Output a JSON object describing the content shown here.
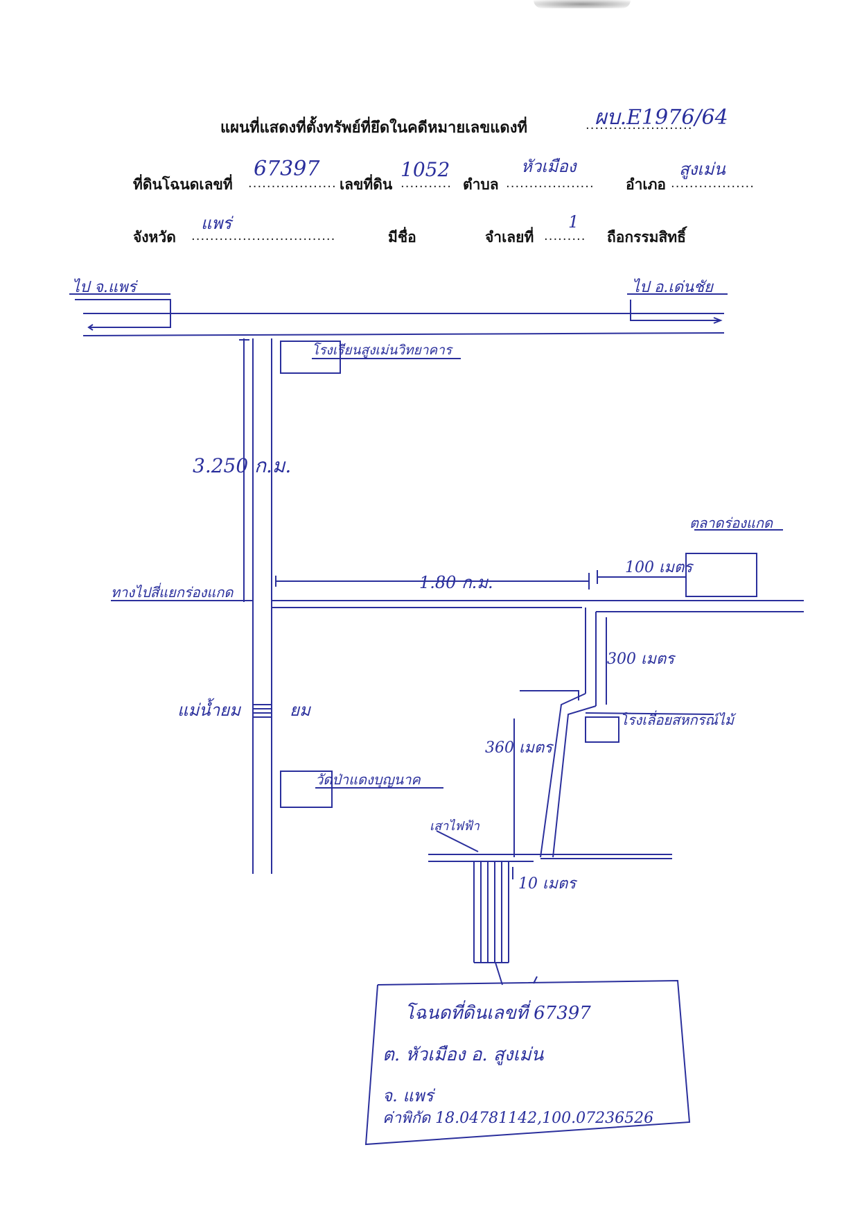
{
  "header": {
    "title": "แผนที่แสดงที่ตั้งทรัพย์ที่ยึดในคดีหมายเลขแดงที่",
    "case_no": "ผบ.E1976/64",
    "deed_label": "ที่ดินโฉนดเลขที่",
    "deed_no": "67397",
    "land_no_label": "เลขที่ดิน",
    "land_no": "1052",
    "subdistrict_label": "ตำบล",
    "subdistrict": "หัวเมือง",
    "district_label": "อำเภอ",
    "district": "สูงเม่น",
    "province_label": "จังหวัด",
    "province": "แพร่",
    "name_label": "มีชื่อ",
    "mortgage_label": "จำเลยที่",
    "mortgage_no": "1",
    "ownership_label": "ถือกรรมสิทธิ์"
  },
  "map": {
    "to_phrae": "ไป จ.แพร่",
    "to_denchai": "ไป อ.เด่นชัย",
    "school": "โรงเรียนสูงเม่นวิทยาคาร",
    "distance_1": "3.250 ก.ม.",
    "intersection": "ทางไปสี่แยกร่องแกด",
    "distance_2": "1.80 ก.ม.",
    "market": "ตลาดร่องแกด",
    "distance_3": "100 เมตร",
    "distance_4": "300 เมตร",
    "river": "แม่น้ำยม",
    "bridge": "ยม",
    "temple": "วัดป่าแดงบุญนาค",
    "sawmill": "โรงเลื่อยสหกรณ์ไม้",
    "distance_5": "360 เมตร",
    "pole": "เสาไฟฟ้า",
    "distance_6": "10 เมตร"
  },
  "property_box": {
    "line1": "โฉนดที่ดินเลขที่ 67397",
    "line2": "ต. หัวเมือง   อ. สูงเม่น",
    "line3": "จ. แพร่",
    "line4": "ค่าพิกัด 18.04781142,100.07236526"
  },
  "colors": {
    "ink": "#2a2f9c",
    "print": "#111111"
  }
}
